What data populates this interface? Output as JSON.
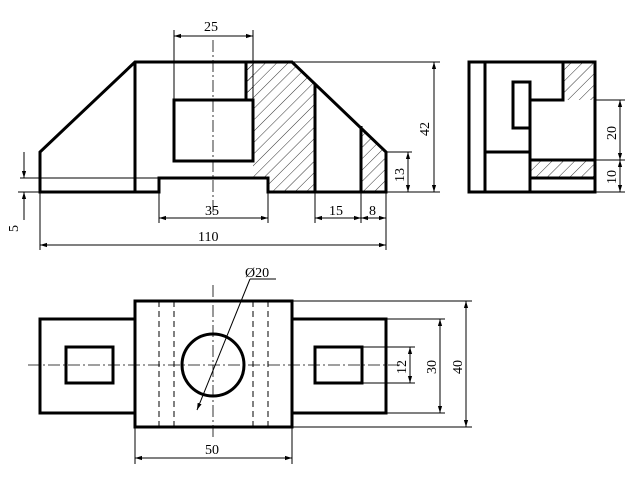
{
  "drawing": {
    "front_view": {
      "dims": {
        "top_width": "25",
        "height": "42",
        "right_step": "13",
        "base_slot": "35",
        "rib": "15",
        "edge": "8",
        "base_thickness": "5",
        "overall_length": "110"
      }
    },
    "side_view": {
      "dims": {
        "upper": "20",
        "lower": "10"
      }
    },
    "top_view": {
      "dims": {
        "hole": "Ø20",
        "center_width": "50",
        "slot": "12",
        "inner_width": "30",
        "overall_width": "40"
      }
    }
  }
}
